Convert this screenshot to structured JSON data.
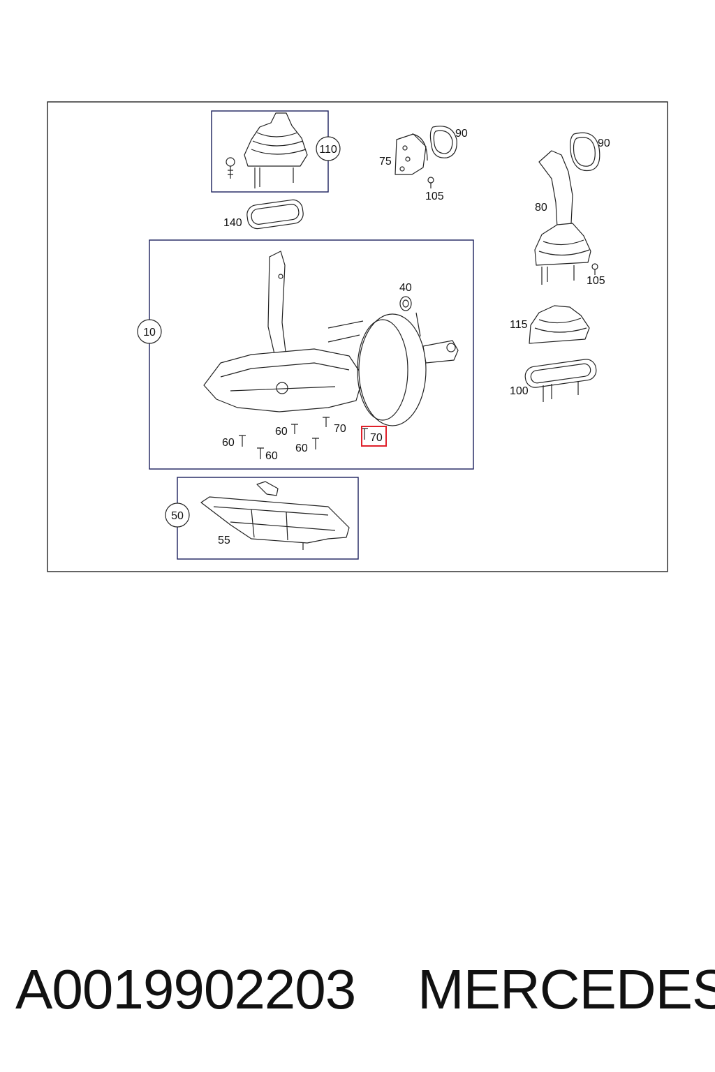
{
  "diagram": {
    "labels": {
      "l110": "110",
      "l140": "140",
      "l75": "75",
      "l90a": "90",
      "l105a": "105",
      "l90b": "90",
      "l80": "80",
      "l105b": "105",
      "l40": "40",
      "l10": "10",
      "l115": "115",
      "l100": "100",
      "l60a": "60",
      "l70a": "70",
      "l60b": "60",
      "l60c": "60",
      "l60d": "60",
      "l70b": "70",
      "l50": "50",
      "l55": "55"
    },
    "highlighted_label": "70",
    "highlight_color": "#e0202a",
    "frame_color": "#1b1f5c"
  },
  "caption": {
    "part_number": "A0019902203",
    "brand": "MERCEDES"
  }
}
